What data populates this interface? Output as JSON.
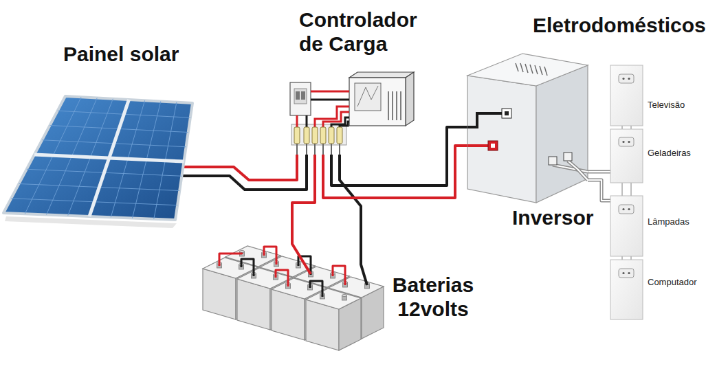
{
  "diagram": {
    "nodes": [
      {
        "text": [
          "Painel solar"
        ]
      },
      {
        "text": [
          "Controlador de Carga"
        ]
      },
      {
        "text": [
          "Inversor"
        ]
      },
      {
        "text": [
          "Baterias 12volts"
        ]
      },
      {
        "text": [
          "Televisão"
        ]
      },
      {
        "text": [
          "Geladeiras"
        ]
      },
      {
        "text": [
          "Lâmpadas"
        ]
      },
      {
        "text": [
          "Computador"
        ]
      }
    ],
    "edges": [
      {
        "from": 0,
        "to": 1,
        "arrow": "none"
      },
      {
        "from": 3,
        "to": 1,
        "arrow": "none"
      },
      {
        "from": 1,
        "to": 2,
        "arrow": "none"
      },
      {
        "from": 2,
        "to": 5,
        "arrow": "none"
      },
      {
        "from": 2,
        "to": 6,
        "arrow": "none"
      }
    ],
    "labels": [
      "Eletrodomésticos"
    ]
  }
}
